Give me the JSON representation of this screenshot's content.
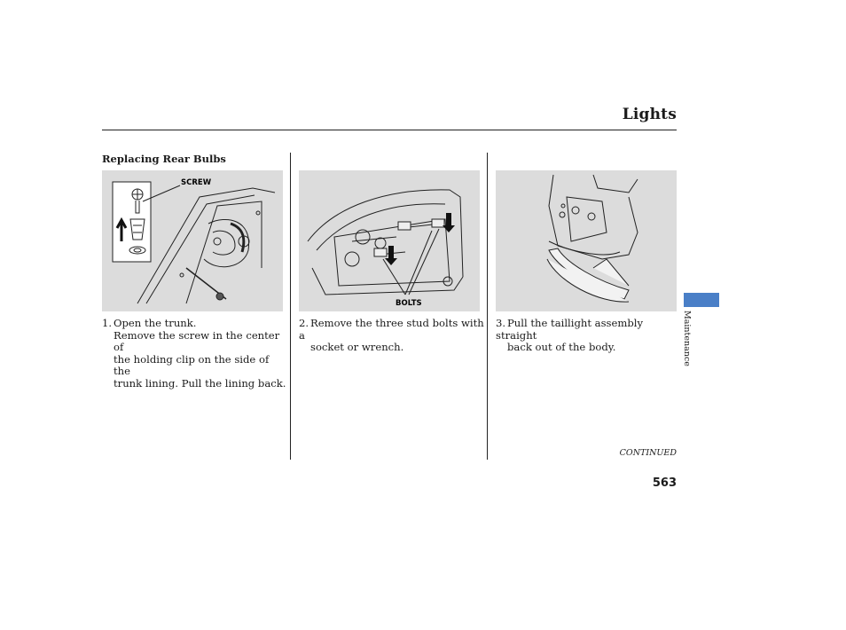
{
  "header": {
    "title": "Lights"
  },
  "section": {
    "heading": "Replacing Rear Bulbs"
  },
  "figures": {
    "fig1_label": "SCREW",
    "fig2_label": "BOLTS"
  },
  "steps": [
    {
      "num": "1.",
      "lines": [
        "Open the trunk.",
        "Remove the screw in the center of",
        "the holding clip on the side of the",
        "trunk lining. Pull the lining back."
      ]
    },
    {
      "num": "2.",
      "lines": [
        "Remove the three stud bolts with a",
        "socket or wrench."
      ]
    },
    {
      "num": "3.",
      "lines": [
        "Pull the taillight assembly straight",
        "back out of the body."
      ]
    }
  ],
  "footer": {
    "continued": "CONTINUED",
    "page_number": "563"
  },
  "side_tab": {
    "label": "Maintenance",
    "color": "#4a7fc7"
  }
}
